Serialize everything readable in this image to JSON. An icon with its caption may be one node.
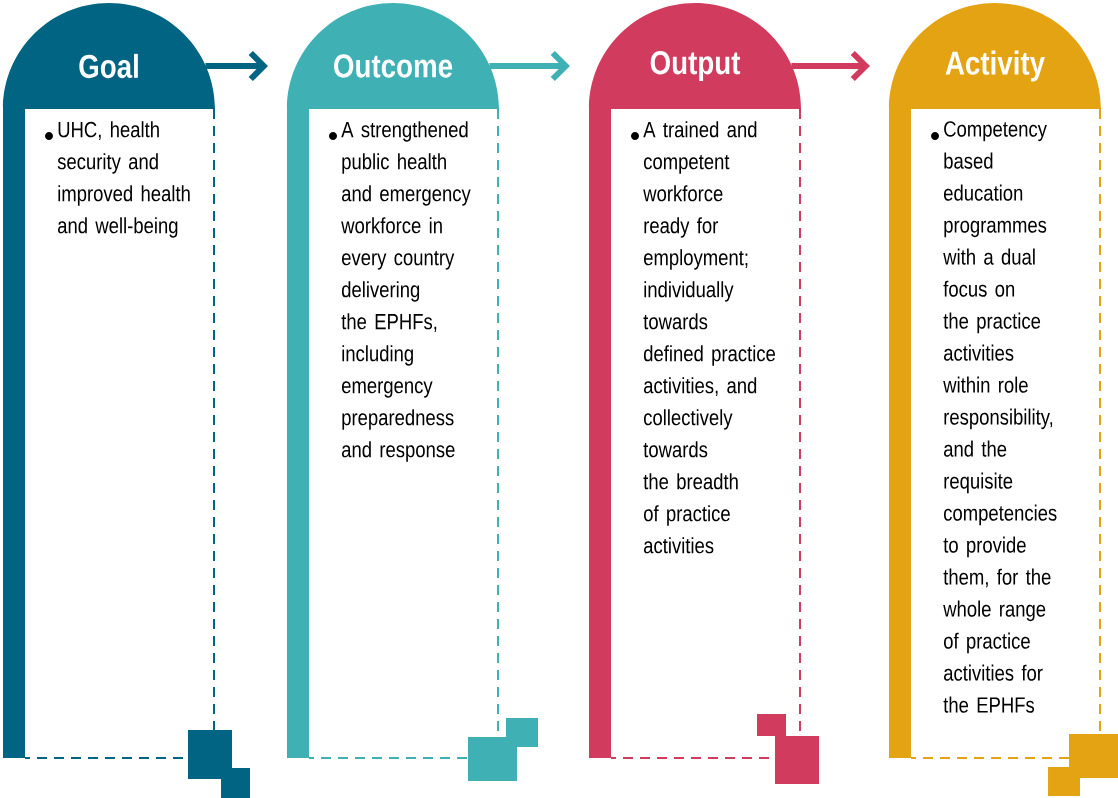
{
  "diagram": {
    "nodes": [
      {
        "text": [
          "Goal",
          "UHC, health security and improved health and well-being"
        ]
      },
      {
        "text": [
          "Outcome",
          "A strengthened public health and emergency workforce in every country delivering the EPHFs, including emergency preparedness and response"
        ]
      },
      {
        "text": [
          "Output",
          "A trained and competent workforce ready for employment; individually towards defined practice activities, and collectively towards the breadth of practice activities"
        ]
      },
      {
        "text": [
          "Activity",
          "Competency based education programmes with a dual focus on the practice activities within role responsibility, and the requisite competencies to provide them, for the whole range of practice activities for the EPHFs"
        ]
      }
    ],
    "edges": [
      {
        "from": 0,
        "to": 1,
        "arrow": "to",
        "color": "#006482"
      },
      {
        "from": 1,
        "to": 2,
        "arrow": "to",
        "color": "#3fb0b4"
      },
      {
        "from": 2,
        "to": 3,
        "arrow": "to",
        "color": "#d13b5e"
      }
    ]
  }
}
